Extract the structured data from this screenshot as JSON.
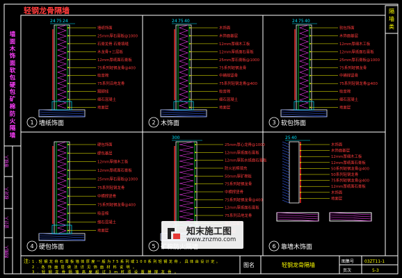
{
  "sheet_title": "轻钢龙骨隔墙",
  "side_title": "隔墙类",
  "vertical_title_chars": [
    "墙",
    "面",
    "木",
    "饰",
    "面",
    "软",
    "包",
    "硬",
    "包",
    "矿",
    "棉",
    "防",
    "火",
    "隔",
    "墙"
  ],
  "left_strip_labels": [
    "审核人",
    "校对人",
    "设计人",
    "制图人"
  ],
  "panels": [
    {
      "number": "1",
      "title": "墙纸饰面",
      "dims": [
        "24",
        "75",
        "24"
      ],
      "labels": [
        "墙纸饰面",
        "25mm厚石膏板@1000",
        "石膏龙骨 石膏填缝",
        "木龙骨+三层板",
        "12mm厚纸面石膏板",
        "75系列轻钢龙骨@400",
        "吸音棉",
        "75系列沿地龙骨",
        "踢脚线",
        "细石混凝土",
        "地面层"
      ]
    },
    {
      "number": "2",
      "title": "木饰面",
      "dims": [
        "24",
        "75",
        "40"
      ],
      "labels": [
        "木饰面",
        "木饰面基层",
        "12mm厚细木工板",
        "12mm厚纸面石膏板",
        "25mm厚石膏板@1000",
        "75系列轻钢龙骨",
        "中横撑竖骨",
        "75系列轻钢龙骨@400",
        "吸音棉",
        "细石混凝土",
        "地面层"
      ]
    },
    {
      "number": "3",
      "title": "软包饰面",
      "dims": [
        "24",
        "75",
        "40"
      ],
      "labels": [
        "软包饰面",
        "木饰面基层",
        "12mm厚细木工板",
        "12mm厚纸面石膏板",
        "25mm厚石膏板@1000",
        "75系列轻钢龙骨",
        "中横撑竖骨",
        "75系列轻钢龙骨@400",
        "吸音棉",
        "细石混凝土",
        "地面层"
      ]
    },
    {
      "number": "4",
      "title": "硬包饰面",
      "dims": [],
      "labels": [
        "硬包饰面",
        "硬包基层",
        "12mm厚细木工板",
        "12mm厚纸面石膏板",
        "25mm厚石膏板@1000",
        "75系列轻钢龙骨",
        "中横撑竖骨",
        "75系列轻钢龙骨@400",
        "吸音棉",
        "细石混凝土",
        "地面层"
      ]
    },
    {
      "number": "5",
      "title": "矿棉防火隔墙",
      "dims": [
        "300"
      ],
      "labels": [
        "25mm厚心龙骨@1000",
        "12mm厚纸面石膏板",
        "12mm厚防水纸面石膏板",
        "防火岩棉填充",
        "50mm厚矿棉板",
        "75系列轻钢龙骨",
        "中横撑竖骨",
        "75系列轻钢龙骨@400",
        "12mm厚纸面石膏板",
        "75系列沿地龙骨",
        "细石混凝土",
        "地面层"
      ]
    },
    {
      "number": "6",
      "title": "靠墙木饰面",
      "dims": [
        "25",
        "40"
      ],
      "labels": [
        "木饰面",
        "木饰面基层",
        "12mm厚细木工板",
        "12mm厚纸面石膏板",
        "50系列轻钢龙骨@400",
        "50系列轻钢龙骨",
        "75系列轻钢龙骨@400",
        "12mm厚纸面石膏板",
        "木饰面",
        "地面层"
      ]
    }
  ],
  "notes": {
    "label": "注:",
    "line1": "1.轻钢龙骨石膏板墙体厚度一般为75系列或100系列轻钢龙骨，具体由设计定。",
    "line2": "2.各饰面层做法详见饰面材料说明。",
    "line3": "3.轻钢龙骨隔墙高度超过3m时须设置横撑龙骨。"
  },
  "title_block": {
    "name_label": "图名",
    "name_value": "轻钢龙骨隔墙",
    "code_label": "图集号",
    "code_value": "03ZT11-1",
    "page_label": "页次",
    "page_value": "5-3"
  },
  "watermark": {
    "cn": "知末施工图",
    "url": "www.znzmo.com"
  },
  "colors": {
    "frame": "#ffffff",
    "title_red": "#ff3b3b",
    "cyan": "#00e5ff",
    "yellow": "#ffff00",
    "green": "#00ff3c",
    "magenta": "#ff40ff",
    "blue": "#3b66ff",
    "background": "#000000"
  }
}
